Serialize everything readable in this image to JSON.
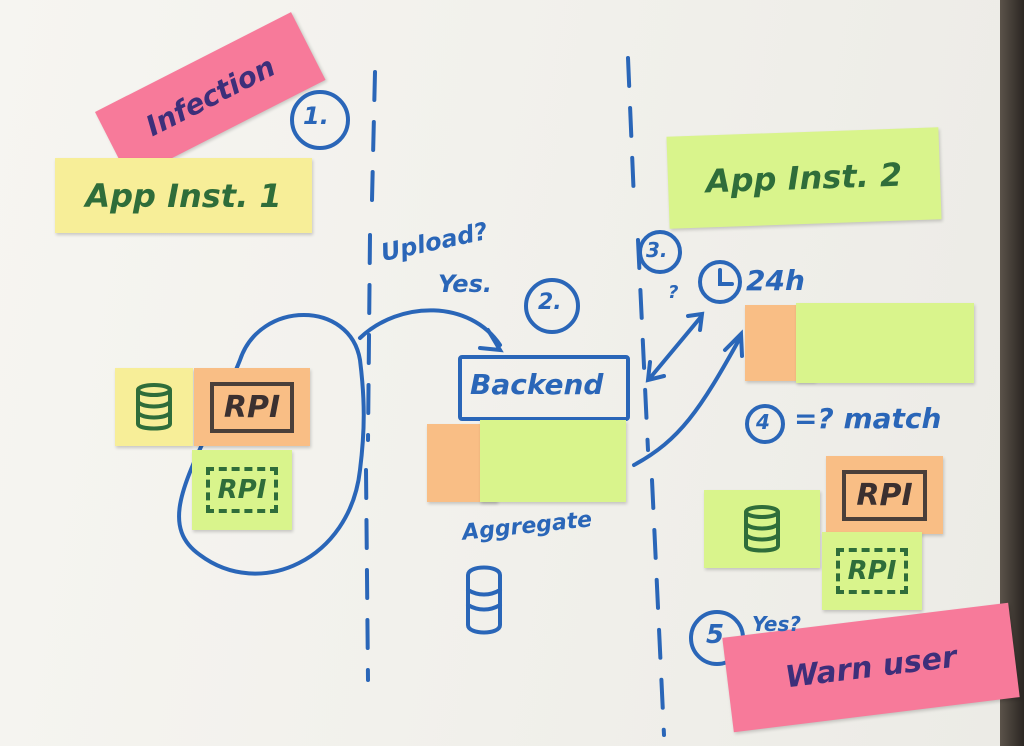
{
  "colors": {
    "pink": "#f77a9a",
    "yellow": "#f7ee98",
    "lime": "#d9f48c",
    "orange": "#f9be85",
    "blue_ink": "#2a66b8",
    "green_ink": "#2f6d3a"
  },
  "notes": {
    "infection": "Infection",
    "app_inst_1": "App Inst. 1",
    "app_inst_2": "App Inst. 2",
    "warn_user": "Warn user"
  },
  "rpi": {
    "left_orange": "RPI",
    "left_green": "RPI",
    "right_orange": "RPI",
    "right_green": "RPI"
  },
  "backend": "Backend",
  "annotations": {
    "step1": "1.",
    "step2": "2.",
    "step3": "3.",
    "step4": "4",
    "step5": "5",
    "upload": "Upload?",
    "yes": "Yes.",
    "question": "?",
    "hours": "24h",
    "match": "=? match",
    "yes_q": "Yes?",
    "aggregate": "Aggregate"
  },
  "icons": [
    "database-icon",
    "clock-icon",
    "arrow-icon"
  ]
}
